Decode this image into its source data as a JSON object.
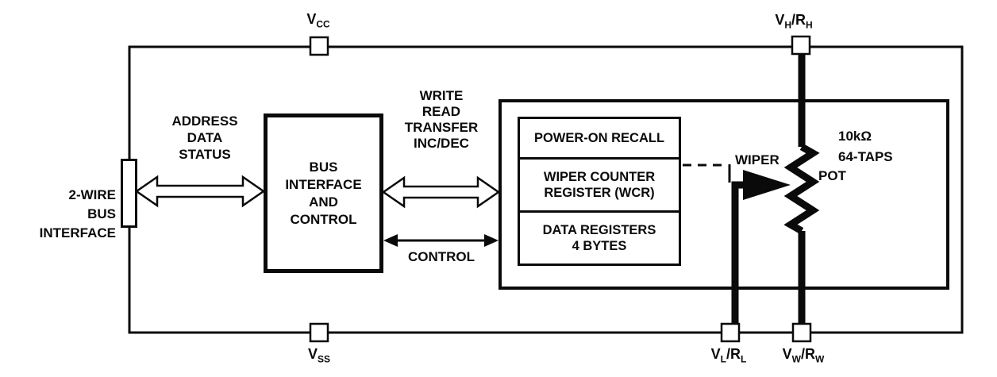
{
  "diagram": {
    "title_hint": "digital potentiometer functional block diagram",
    "colors": {
      "line": "#0a0a0a",
      "background": "#ffffff"
    },
    "terminals": {
      "vcc": {
        "base": "V",
        "sub": "CC"
      },
      "vss": {
        "base": "V",
        "sub": "SS"
      },
      "vhrh": {
        "b1": "V",
        "s1": "H",
        "b2": "/R",
        "s2": "H"
      },
      "vlrl": {
        "b1": "V",
        "s1": "L",
        "b2": "/R",
        "s2": "L"
      },
      "vwrw": {
        "b1": "V",
        "s1": "W",
        "b2": "/R",
        "s2": "W"
      }
    },
    "labels": {
      "two_wire": "2-WIRE\nBUS\nINTERFACE",
      "address_bus": "ADDRESS\nDATA\nSTATUS",
      "write_bus": "WRITE\nREAD\nTRANSFER\nINC/DEC",
      "control": "CONTROL",
      "wiper": "WIPER",
      "pot_spec": "10kΩ\n64-TAPS",
      "pot": "POT"
    },
    "blocks": {
      "bus_interface": "BUS\nINTERFACE\nAND\nCONTROL",
      "power_on_recall": "POWER-ON RECALL",
      "wcr": "WIPER COUNTER\nREGISTER (WCR)",
      "data_registers": "DATA REGISTERS\n4 BYTES"
    }
  }
}
